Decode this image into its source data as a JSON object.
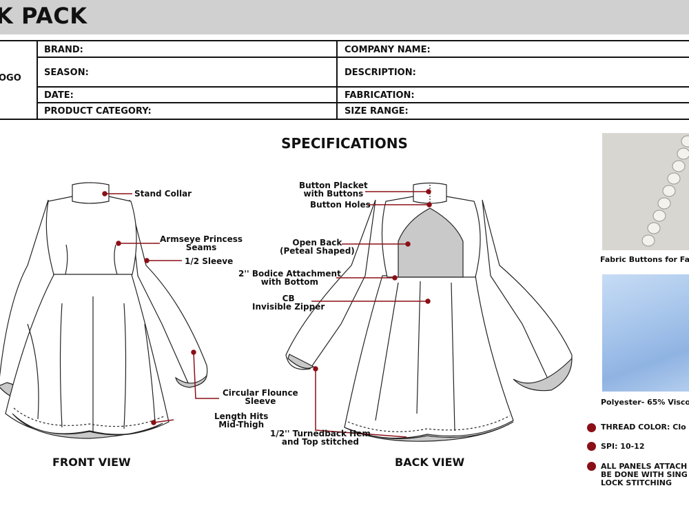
{
  "header": {
    "title": "K PACK"
  },
  "info_table": {
    "logo": "OGO",
    "brand": "BRAND:",
    "company_name": "COMPANY NAME:",
    "season": "SEASON:",
    "description": "DESCRIPTION:",
    "date": "DATE:",
    "fabrication": "FABRICATION:",
    "product_category": "PRODUCT CATEGORY:",
    "size_range": "SIZE RANGE:"
  },
  "specifications": {
    "title": "SPECIFICATIONS"
  },
  "front": {
    "label": "FRONT VIEW",
    "callouts": {
      "stand_collar": "Stand Collar",
      "armseye": "Armseye Princess\nSeams",
      "half_sleeve": "1/2 Sleeve",
      "flounce": "Circular Flounce\nSleeve",
      "length": "Length Hits\nMid-Thigh"
    }
  },
  "back": {
    "label": "BACK VIEW",
    "callouts": {
      "placket": "Button Placket\nwith Buttons",
      "holes": "Button Holes",
      "open_back": "Open Back\n(Peteal Shaped)",
      "bodice": "2'' Bodice Attachment\nwith Bottom",
      "zipper": "CB\nInvisible Zipper",
      "hem": "1/2'' Turnedback Hem\nand Top stitched"
    }
  },
  "swatches": {
    "buttons_caption": "Fabric Buttons for Fas",
    "fabric_caption": "Polyester- 65% Visco"
  },
  "notes": {
    "thread": "THREAD COLOR: Clo\n                                   Fal",
    "spi": "SPI: 10-12",
    "panels": "ALL PANELS ATTACH\nBE DONE WITH SING\nLOCK STITCHING"
  },
  "colors": {
    "accent": "#8b0f16",
    "banner": "#d0d0d0",
    "shade": "#c9c9c9",
    "fabric_blue": "#a9c8ee"
  }
}
